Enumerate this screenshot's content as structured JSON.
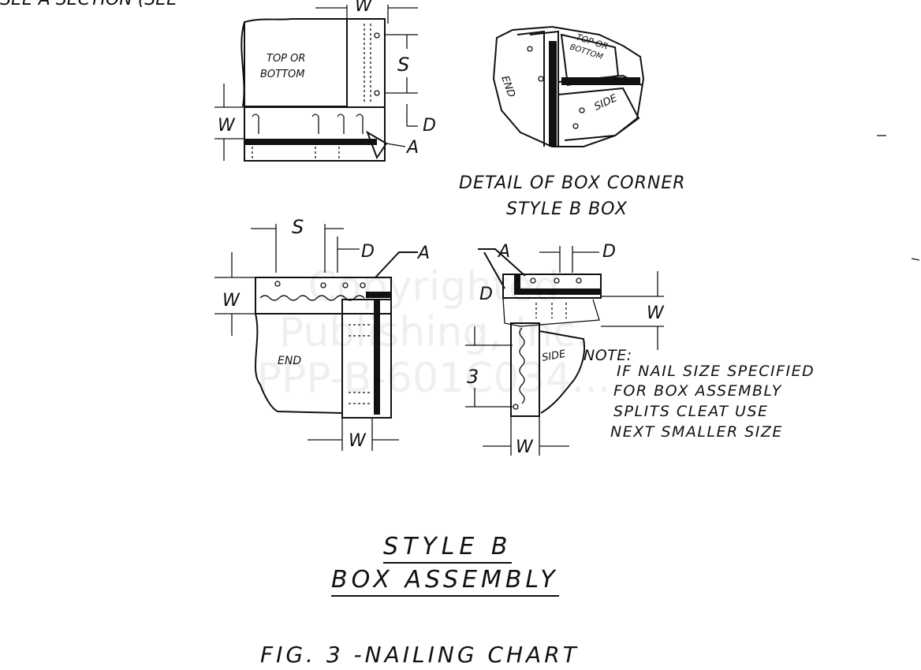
{
  "header_fragment": "SEE A SECTION (SEE",
  "labels": {
    "w": "W",
    "s": "S",
    "d": "D",
    "a": "A",
    "three": "3",
    "top_or_bottom_1": "TOP OR",
    "top_or_bottom_2": "BOTTOM",
    "end": "END",
    "side": "SIDE",
    "corner_top_1": "TOP OR",
    "corner_top_2": "BOTTOM",
    "corner_end": "END",
    "corner_side": "SIDE"
  },
  "detail_caption": {
    "line1": "DETAIL OF BOX CORNER",
    "line2": "STYLE B BOX"
  },
  "note": {
    "title": "NOTE:",
    "lines": [
      "IF NAIL SIZE SPECIFIED",
      "FOR BOX ASSEMBLY",
      "SPLITS CLEAT USE",
      "NEXT SMALLER SIZE"
    ]
  },
  "assembly_title": {
    "line1": "STYLE B",
    "line2": "BOX ASSEMBLY"
  },
  "figure_caption": "FIG. 3 -NAILING CHART",
  "watermark": {
    "line1": "Copyrighted",
    "line2": "Publishing, Inc.",
    "line3": "PPP-B-601C034..."
  }
}
